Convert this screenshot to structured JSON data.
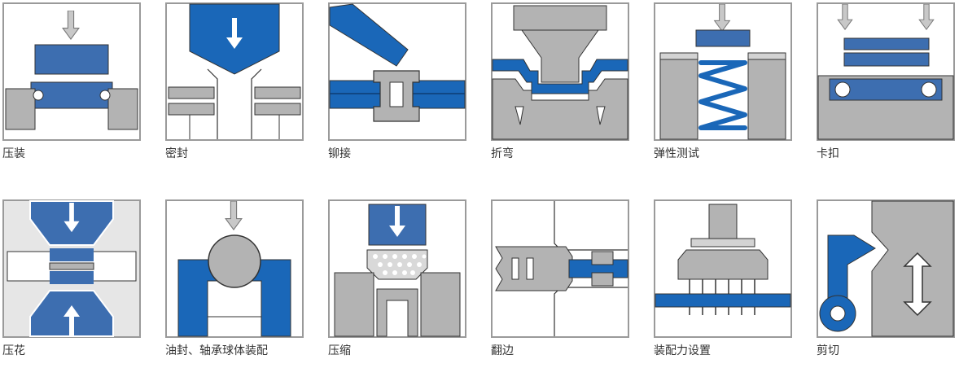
{
  "colors": {
    "blue": "#3d6eb0",
    "blue_bright": "#1a67b8",
    "gray": "#b3b3b3",
    "gray_light": "#d3d3d3",
    "frame": "#9a9a9a",
    "outline": "#333333",
    "caption": "#333333",
    "background": "#ffffff"
  },
  "tiles": [
    {
      "id": "press-fit",
      "label": "压装"
    },
    {
      "id": "sealing",
      "label": "密封"
    },
    {
      "id": "riveting",
      "label": "铆接"
    },
    {
      "id": "bending",
      "label": "折弯"
    },
    {
      "id": "spring-test",
      "label": "弹性测试"
    },
    {
      "id": "snap-fit",
      "label": "卡扣"
    },
    {
      "id": "embossing",
      "label": "压花"
    },
    {
      "id": "oil-seal-bearing",
      "label": "油封、轴承球体装配"
    },
    {
      "id": "shrinking",
      "label": "压缩"
    },
    {
      "id": "flanging",
      "label": "翻边"
    },
    {
      "id": "force-setting",
      "label": "装配力设置"
    },
    {
      "id": "shearing",
      "label": "剪切"
    }
  ]
}
